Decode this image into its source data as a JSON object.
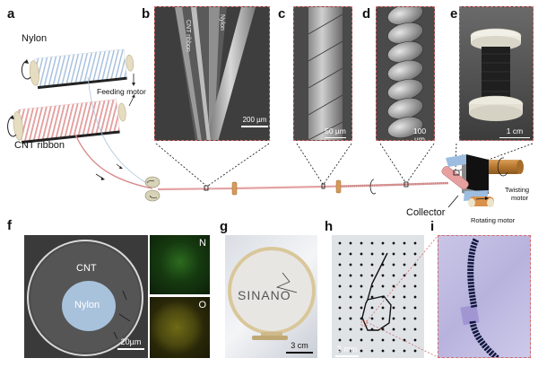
{
  "panels": {
    "a": {
      "letter": "a",
      "labels": {
        "nylon": "Nylon",
        "feeding_motor": "Feeding motor",
        "cnt_ribbon": "CNT ribbon",
        "collector": "Collector",
        "twisting_motor_1": "Twisting",
        "twisting_motor_2": "motor",
        "rotating_motor": "Rotating motor"
      },
      "colors": {
        "nylon_spool": "#b9cde3",
        "cnt_spool": "#e8a9a9",
        "spool_end": "#e6dcc0",
        "fiber": "#d98a8a",
        "guide": "#c98b4e",
        "collector_frame": "#8fb4de",
        "collector_block": "#777777",
        "collector_roller": "#e79a9a",
        "twisting_rod": "#b87a2e"
      }
    },
    "b": {
      "letter": "b",
      "inner_labels": [
        "CNT ribbon",
        "Nylon"
      ],
      "scale": "200 µm"
    },
    "c": {
      "letter": "c",
      "scale": "50 µm"
    },
    "d": {
      "letter": "d",
      "scale": "100 µm"
    },
    "e": {
      "letter": "e",
      "scale": "1 cm"
    },
    "f": {
      "letter": "f",
      "labels": {
        "outer": "CNT",
        "core": "Nylon"
      },
      "scale": "20µm",
      "eds_maps": [
        {
          "element": "N",
          "color": "#3aa82a"
        },
        {
          "element": "O",
          "color": "#c9c22a"
        }
      ]
    },
    "g": {
      "letter": "g",
      "embroidered_text": "SINANO",
      "scale": "3 cm"
    },
    "h": {
      "letter": "h",
      "scale": "3 mm"
    },
    "i": {
      "letter": "i"
    }
  }
}
